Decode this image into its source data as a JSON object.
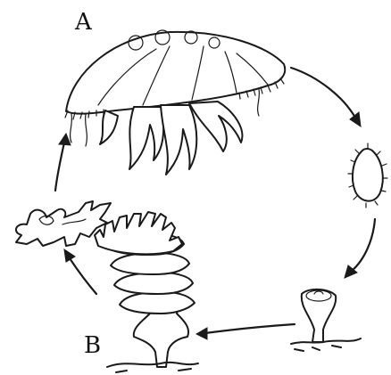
{
  "labels": {
    "a": "A",
    "b": "B"
  },
  "stages": [
    {
      "id": "medusa"
    },
    {
      "id": "planula"
    },
    {
      "id": "polyp"
    },
    {
      "id": "strobila"
    },
    {
      "id": "ephyra"
    }
  ]
}
